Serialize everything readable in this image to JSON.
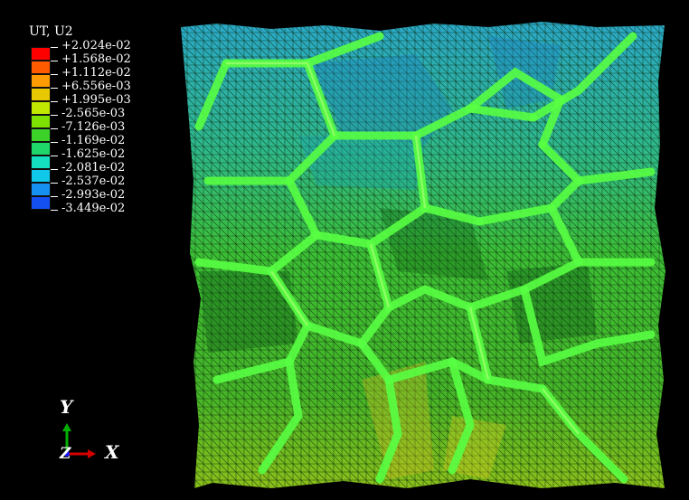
{
  "legend": {
    "title": "UT, U2",
    "entries": [
      {
        "label": "+2.024e-02",
        "color": "#ff0000"
      },
      {
        "label": "+1.568e-02",
        "color": "#ff5a00"
      },
      {
        "label": "+1.112e-02",
        "color": "#ff9a00"
      },
      {
        "label": "+6.556e-03",
        "color": "#e8c800"
      },
      {
        "label": "+1.995e-03",
        "color": "#c0e800"
      },
      {
        "label": "-2.565e-03",
        "color": "#7ee000"
      },
      {
        "label": "-7.126e-03",
        "color": "#3cd22a"
      },
      {
        "label": "-1.169e-02",
        "color": "#1ed66a"
      },
      {
        "label": "-1.625e-02",
        "color": "#14e0c0"
      },
      {
        "label": "-2.081e-02",
        "color": "#10c8e8"
      },
      {
        "label": "-2.537e-02",
        "color": "#1690f0"
      },
      {
        "label": "-2.993e-02",
        "color": "#1450f0"
      },
      {
        "label": "-3.449e-02",
        "color": "#1414e8"
      }
    ],
    "extra_top_label": ""
  },
  "triad": {
    "y_label": "Y",
    "x_label": "X",
    "z_label": "Z",
    "colors": {
      "x": "#d40000",
      "y": "#00b000",
      "z": "#1a1aff"
    }
  },
  "model": {
    "base_color": "#3cbf35",
    "top_tint": "#2aa7c8",
    "bottom_tint": "#c8c81a",
    "rib_color": "#58ff42",
    "mesh_color": "#0a2a0a"
  }
}
